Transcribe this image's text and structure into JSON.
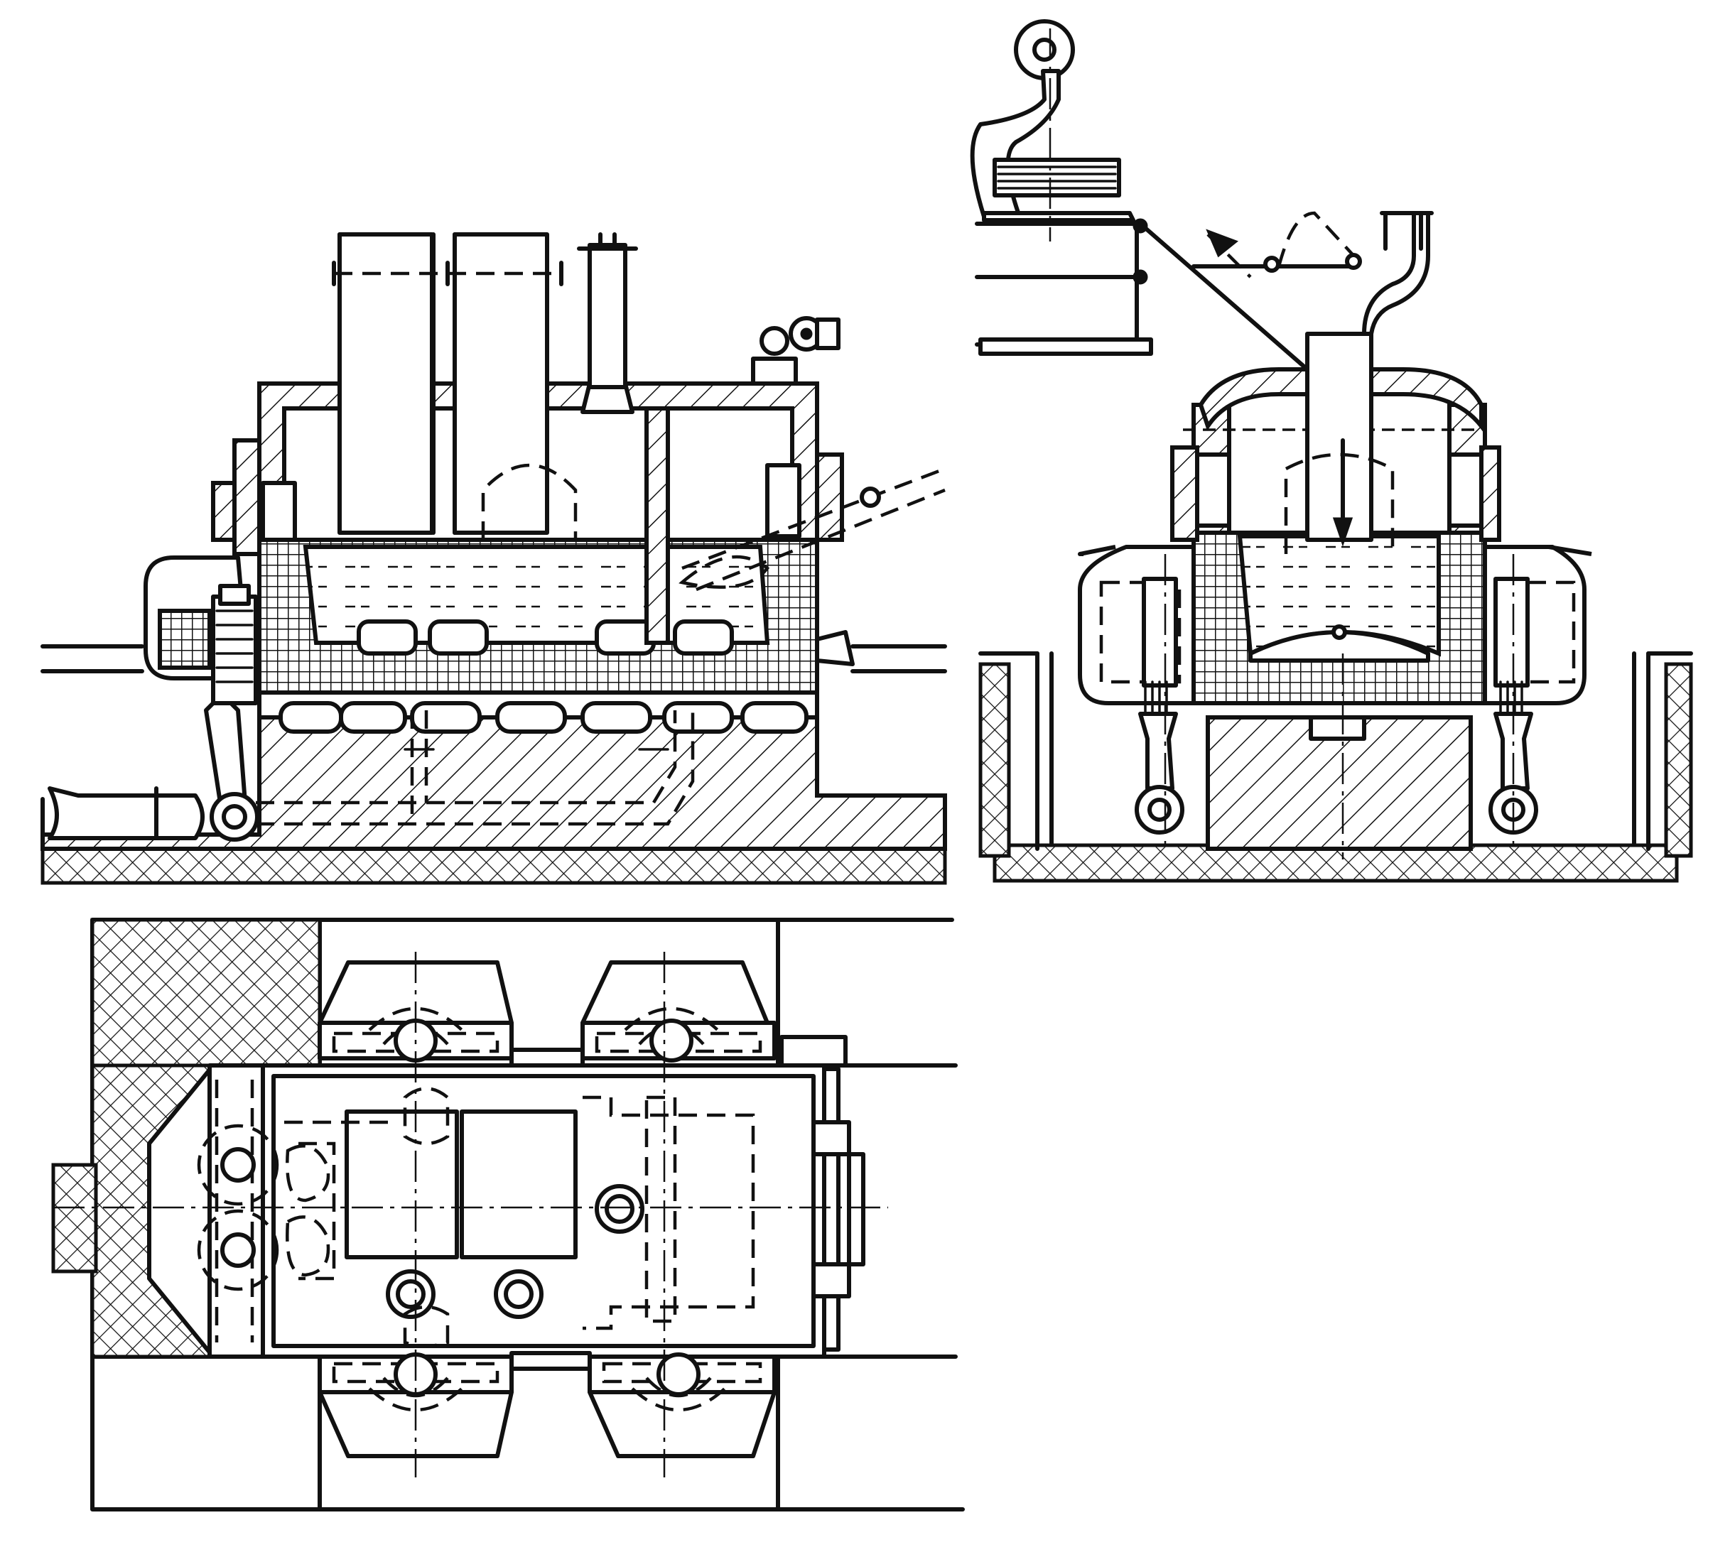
{
  "drawing": {
    "views": [
      {
        "id": "side-section"
      },
      {
        "id": "end-section"
      },
      {
        "id": "plan"
      }
    ],
    "colors": {
      "ink": "#111111",
      "paper": "#ffffff"
    }
  }
}
